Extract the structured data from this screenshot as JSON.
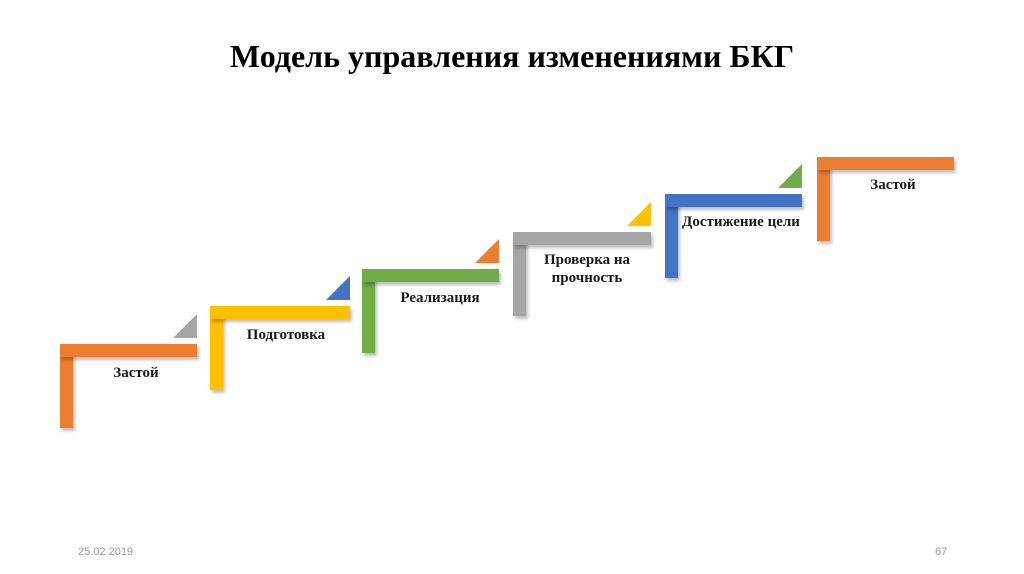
{
  "title": "Модель управления изменениями БКГ",
  "steps": [
    {
      "label": "Застой",
      "color": "#ED7D31",
      "marker_color": "#A5A5A5"
    },
    {
      "label": "Подготовка",
      "color": "#FFC000",
      "marker_color": "#4472C4"
    },
    {
      "label": "Реализация",
      "color": "#70AD47",
      "marker_color": "#ED7D31"
    },
    {
      "label": "Проверка на прочность",
      "color": "#A5A5A5",
      "marker_color": "#FFC000"
    },
    {
      "label": "Достижение цели",
      "color": "#4472C4",
      "marker_color": "#70AD47"
    },
    {
      "label": "Застой",
      "color": "#ED7D31",
      "marker_color": null
    }
  ],
  "footer": {
    "date": "25.02.2019",
    "page": "67"
  }
}
